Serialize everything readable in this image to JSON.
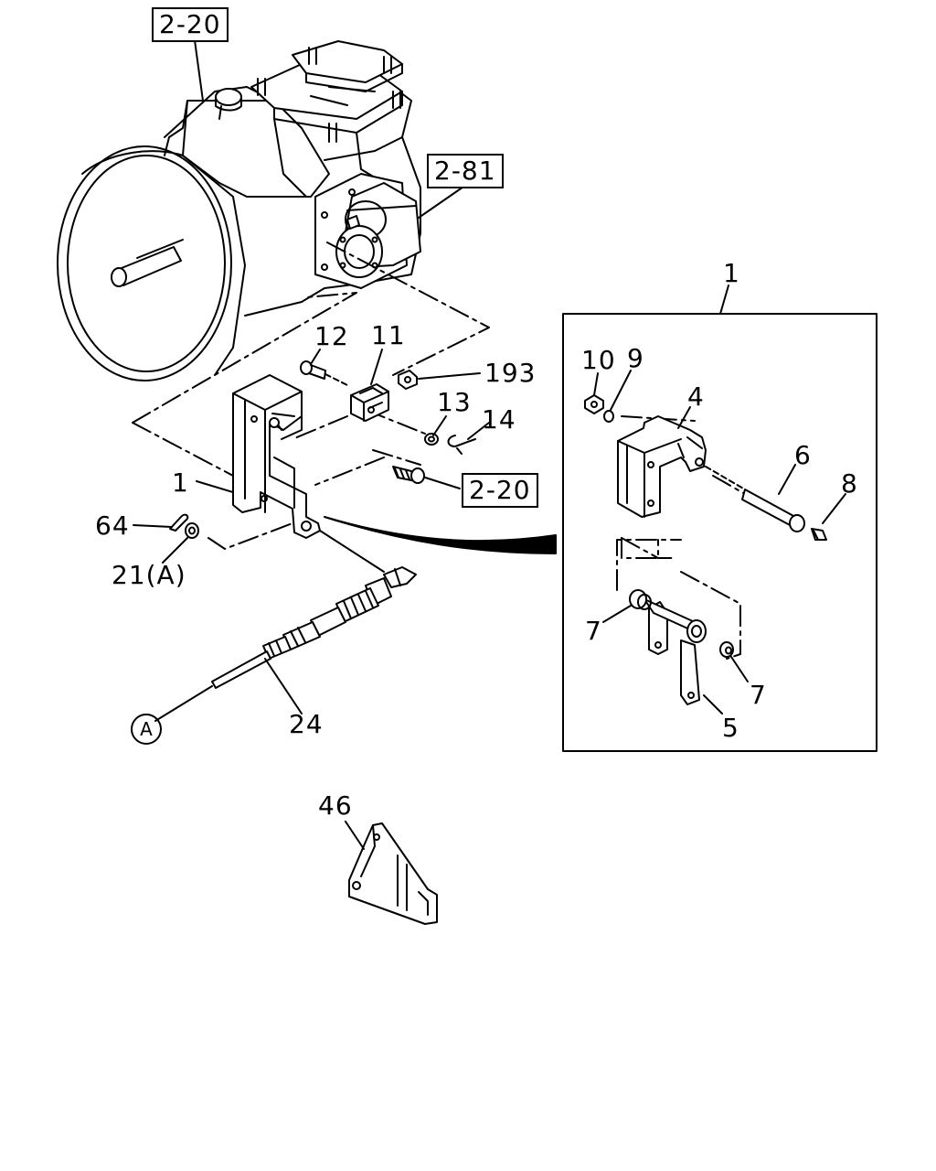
{
  "references": {
    "ref_top": "2-20",
    "ref_side": "2-81",
    "ref_bolt": "2-20"
  },
  "callouts": {
    "c1_detail": "1",
    "c10": "10",
    "c9": "9",
    "c4": "4",
    "c6": "6",
    "c8": "8",
    "c7_left": "7",
    "c7_right": "7",
    "c5": "5",
    "c12": "12",
    "c11": "11",
    "c193": "193",
    "c13": "13",
    "c14": "14",
    "c1_main": "1",
    "c64": "64",
    "c21": "21(A)",
    "c24": "24",
    "c46": "46",
    "cA": "A"
  }
}
